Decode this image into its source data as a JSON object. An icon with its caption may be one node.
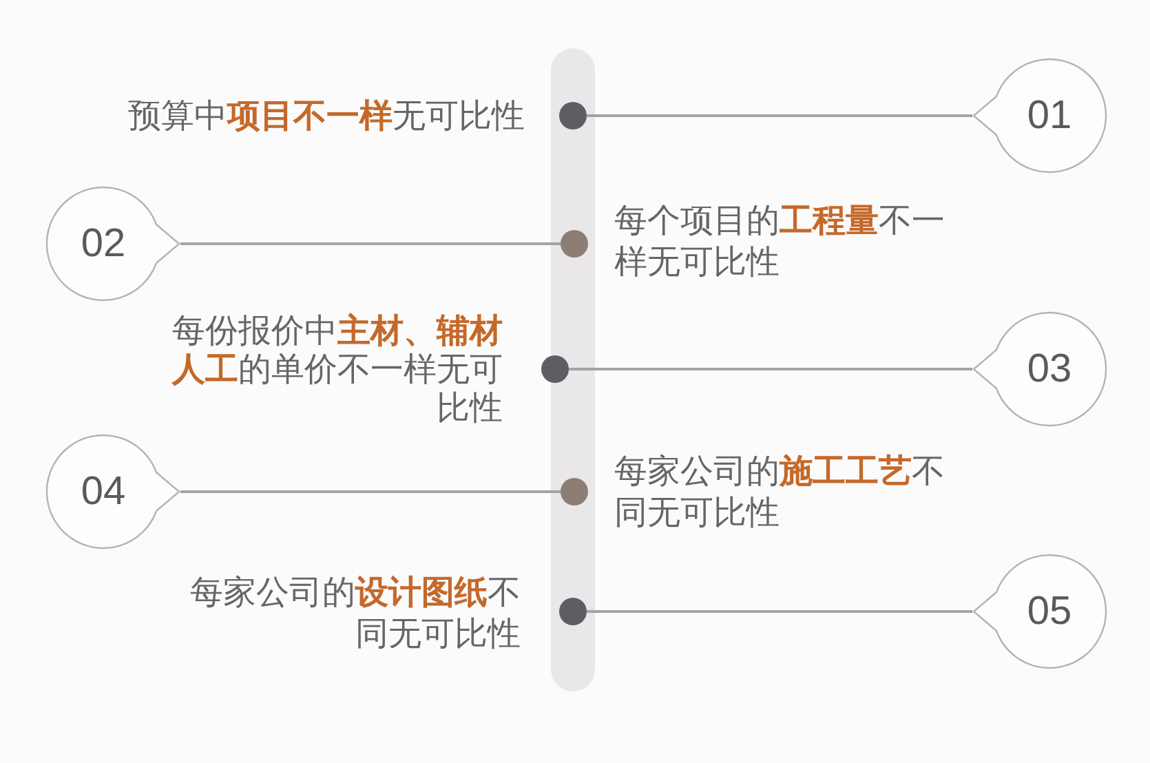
{
  "diagram": {
    "nodes": [
      {
        "text": [],
        "shape": "circle",
        "beside": [
          "预算中**项目不一样**无可比性"
        ]
      },
      {
        "text": [
          "01"
        ]
      },
      {
        "text": [
          "02"
        ]
      },
      {
        "text": [],
        "shape": "circle",
        "beside": [
          "每个项目的**工程量**不一样无可比性"
        ]
      },
      {
        "text": [],
        "shape": "circle"
      },
      {
        "text": [
          "03"
        ]
      },
      {
        "text": [
          "04"
        ]
      },
      {
        "text": [],
        "shape": "circle",
        "beside": [
          "每家公司的**施工工艺**不同无可比性"
        ]
      },
      {
        "text": [],
        "shape": "circle",
        "beside": [
          "每家公司的**设计图纸**不同无可比性"
        ]
      },
      {
        "text": [
          "05"
        ]
      }
    ],
    "edges": [
      {
        "from": 0,
        "to": 1,
        "arrow": "none"
      },
      {
        "from": 3,
        "to": 2,
        "arrow": "none"
      },
      {
        "from": 4,
        "to": 5,
        "arrow": "none"
      },
      {
        "from": 7,
        "to": 6,
        "arrow": "none"
      },
      {
        "from": 8,
        "to": 9,
        "arrow": "none"
      }
    ],
    "labels": [
      "每份报价中**主材、辅材人工**的单价不一样无可比性"
    ]
  }
}
